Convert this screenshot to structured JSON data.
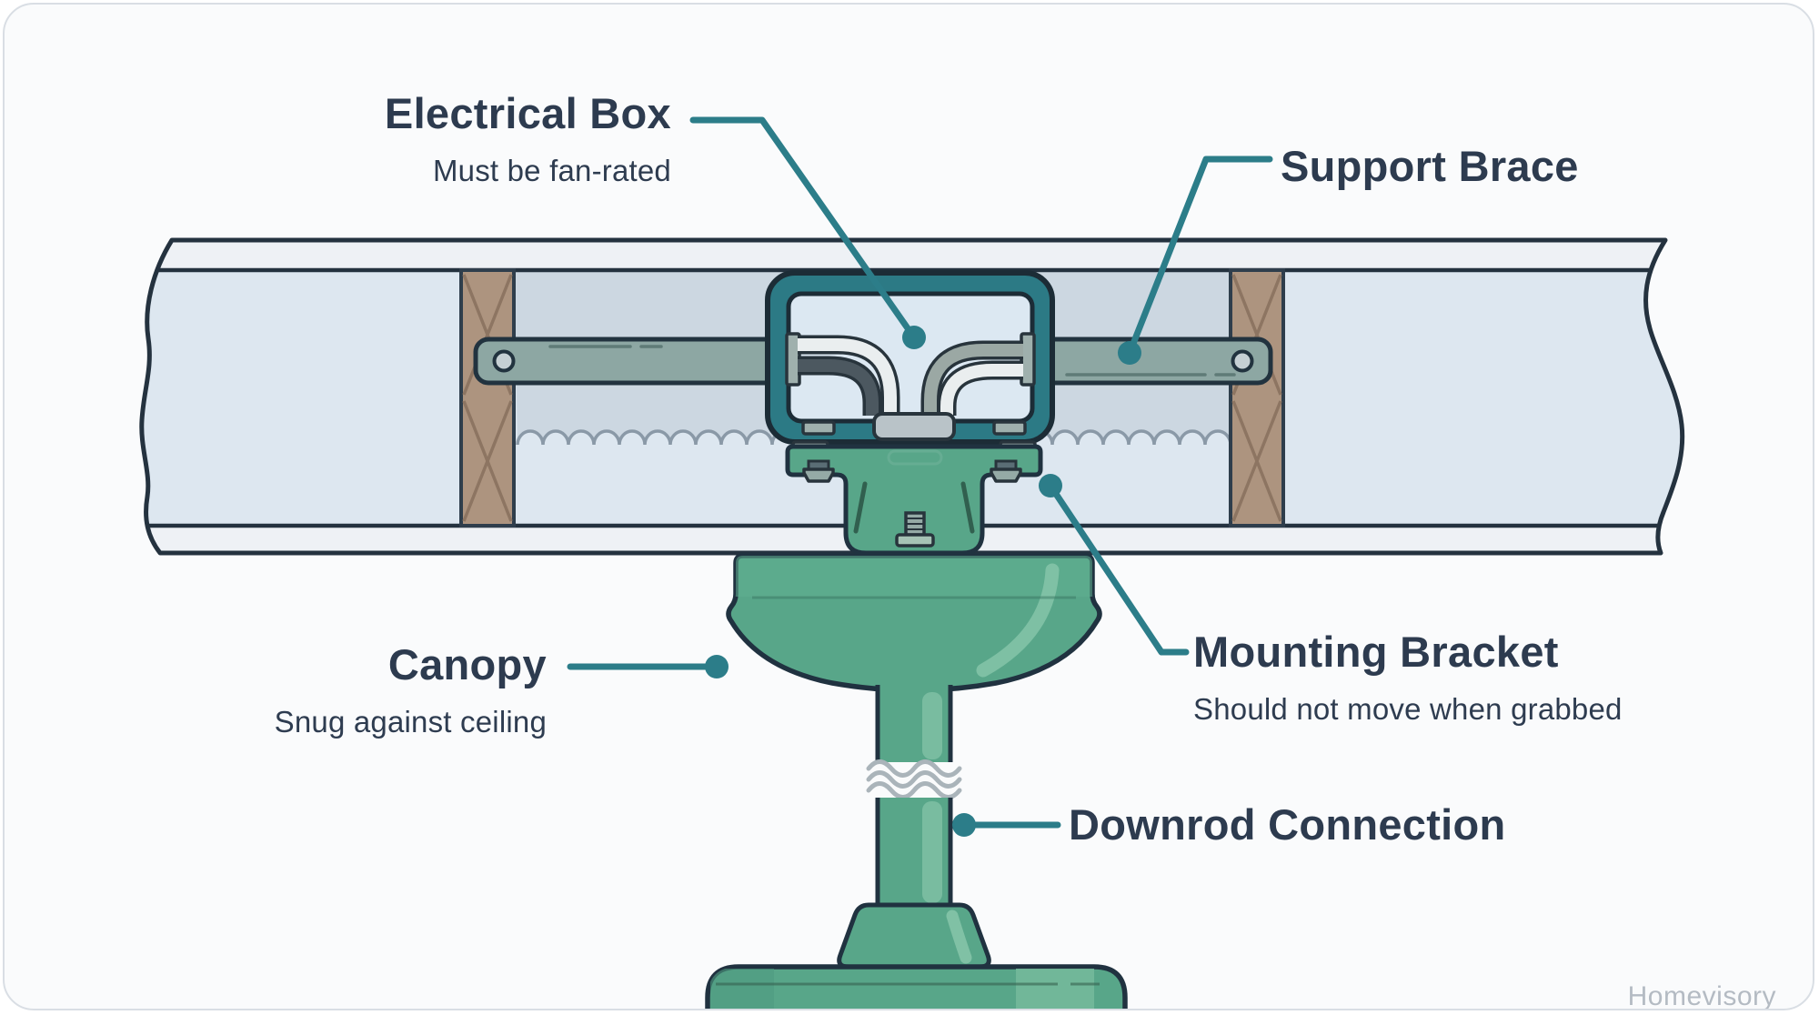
{
  "labels": {
    "electrical_box": {
      "title": "Electrical Box",
      "subtitle": "Must be fan-rated"
    },
    "support_brace": {
      "title": "Support Brace"
    },
    "canopy": {
      "title": "Canopy",
      "subtitle": "Snug against ceiling"
    },
    "mounting_bracket": {
      "title": "Mounting Bracket",
      "subtitle": "Should not move when grabbed"
    },
    "downrod_connection": {
      "title": "Downrod Connection"
    }
  },
  "watermark": "Homevisory",
  "palette": {
    "background": "#fafbfc",
    "canvas_border": "#d9dee4",
    "outline_dark": "#24323f",
    "label_text": "#2d3b4f",
    "leader_teal": "#2c7d89",
    "box_teal": "#2c7a85",
    "ceiling_strip": "#eef1f5",
    "cavity_blue": "#dde7f0",
    "insulation_gray": "#ccd7e1",
    "joist_brown": "#ad947f",
    "brace_gray_green": "#8da7a3",
    "bracket_green": "#58a689",
    "green_highlight": "#7fc0a5",
    "watermark_gray": "#b4bbc3"
  }
}
